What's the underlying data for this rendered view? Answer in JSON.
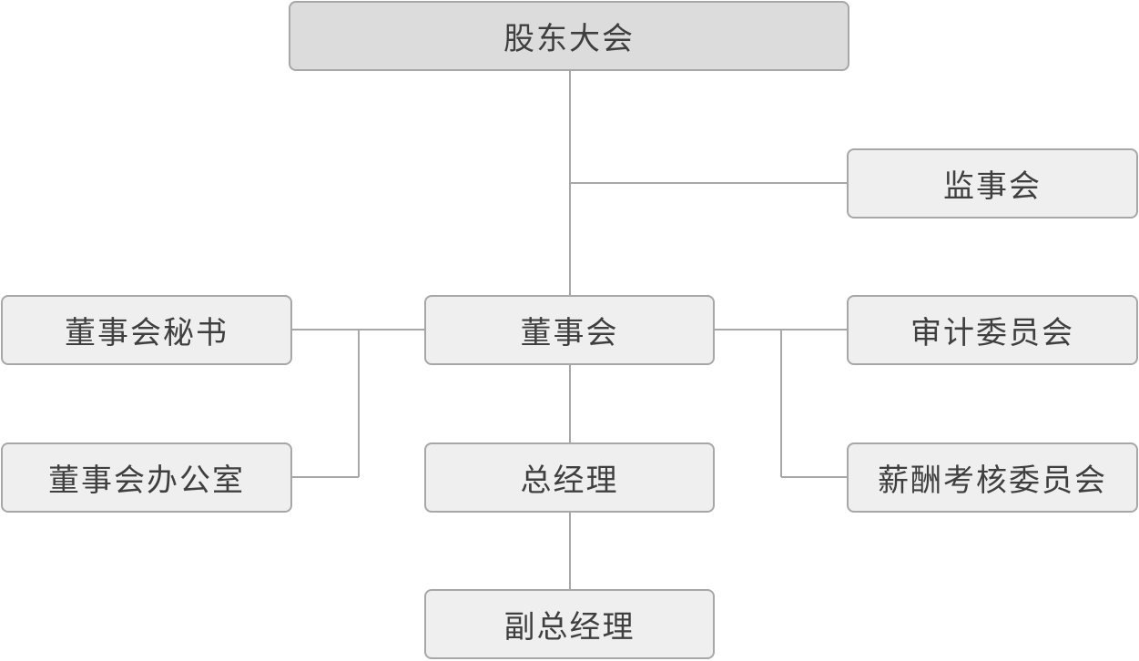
{
  "diagram": {
    "nodes": {
      "shareholders_meeting": "股东大会",
      "supervisory_board": "监事会",
      "board_of_directors": "董事会",
      "board_secretary": "董事会秘书",
      "board_office": "董事会办公室",
      "audit_committee": "审计委员会",
      "remuneration_committee": "薪酬考核委员会",
      "general_manager": "总经理",
      "deputy_general_manager": "副总经理"
    },
    "edges": [
      [
        "股东大会",
        "监事会"
      ],
      [
        "股东大会",
        "董事会"
      ],
      [
        "董事会",
        "董事会秘书"
      ],
      [
        "董事会",
        "董事会办公室"
      ],
      [
        "董事会",
        "审计委员会"
      ],
      [
        "董事会",
        "薪酬考核委员会"
      ],
      [
        "董事会",
        "总经理"
      ],
      [
        "总经理",
        "副总经理"
      ]
    ],
    "colors": {
      "node_fill": "#efefef",
      "root_fill": "#dcdcdc",
      "node_border": "#a7a7a7",
      "connector": "#a7a7a7",
      "text": "#3f3f3f"
    }
  }
}
